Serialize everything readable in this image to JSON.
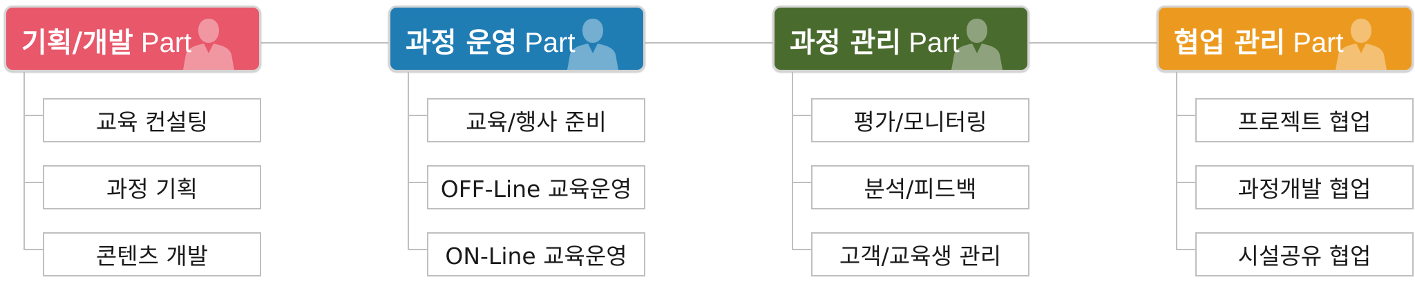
{
  "parts": [
    {
      "title": "기획/개발",
      "suffix": " Part",
      "color": "#e8576a",
      "icon": "person-silhouette",
      "items": [
        "교육 컨설팅",
        "과정 기획",
        "콘텐츠 개발"
      ]
    },
    {
      "title": "과정 운영",
      "suffix": " Part",
      "color": "#1f7db4",
      "icon": "person-silhouette",
      "items": [
        "교육/행사 준비",
        "OFF-Line 교육운영",
        "ON-Line 교육운영"
      ]
    },
    {
      "title": "과정 관리",
      "suffix": " Part",
      "color": "#4a6b2e",
      "icon": "person-silhouette",
      "items": [
        "평가/모니터링",
        "분석/피드백",
        "고객/교육생 관리"
      ]
    },
    {
      "title": "협업 관리",
      "suffix": " Part",
      "color": "#ec9a1f",
      "icon": "person-silhouette",
      "items": [
        "프로젝트 협업",
        "과정개발 협업",
        "시설공유 협업"
      ]
    }
  ]
}
